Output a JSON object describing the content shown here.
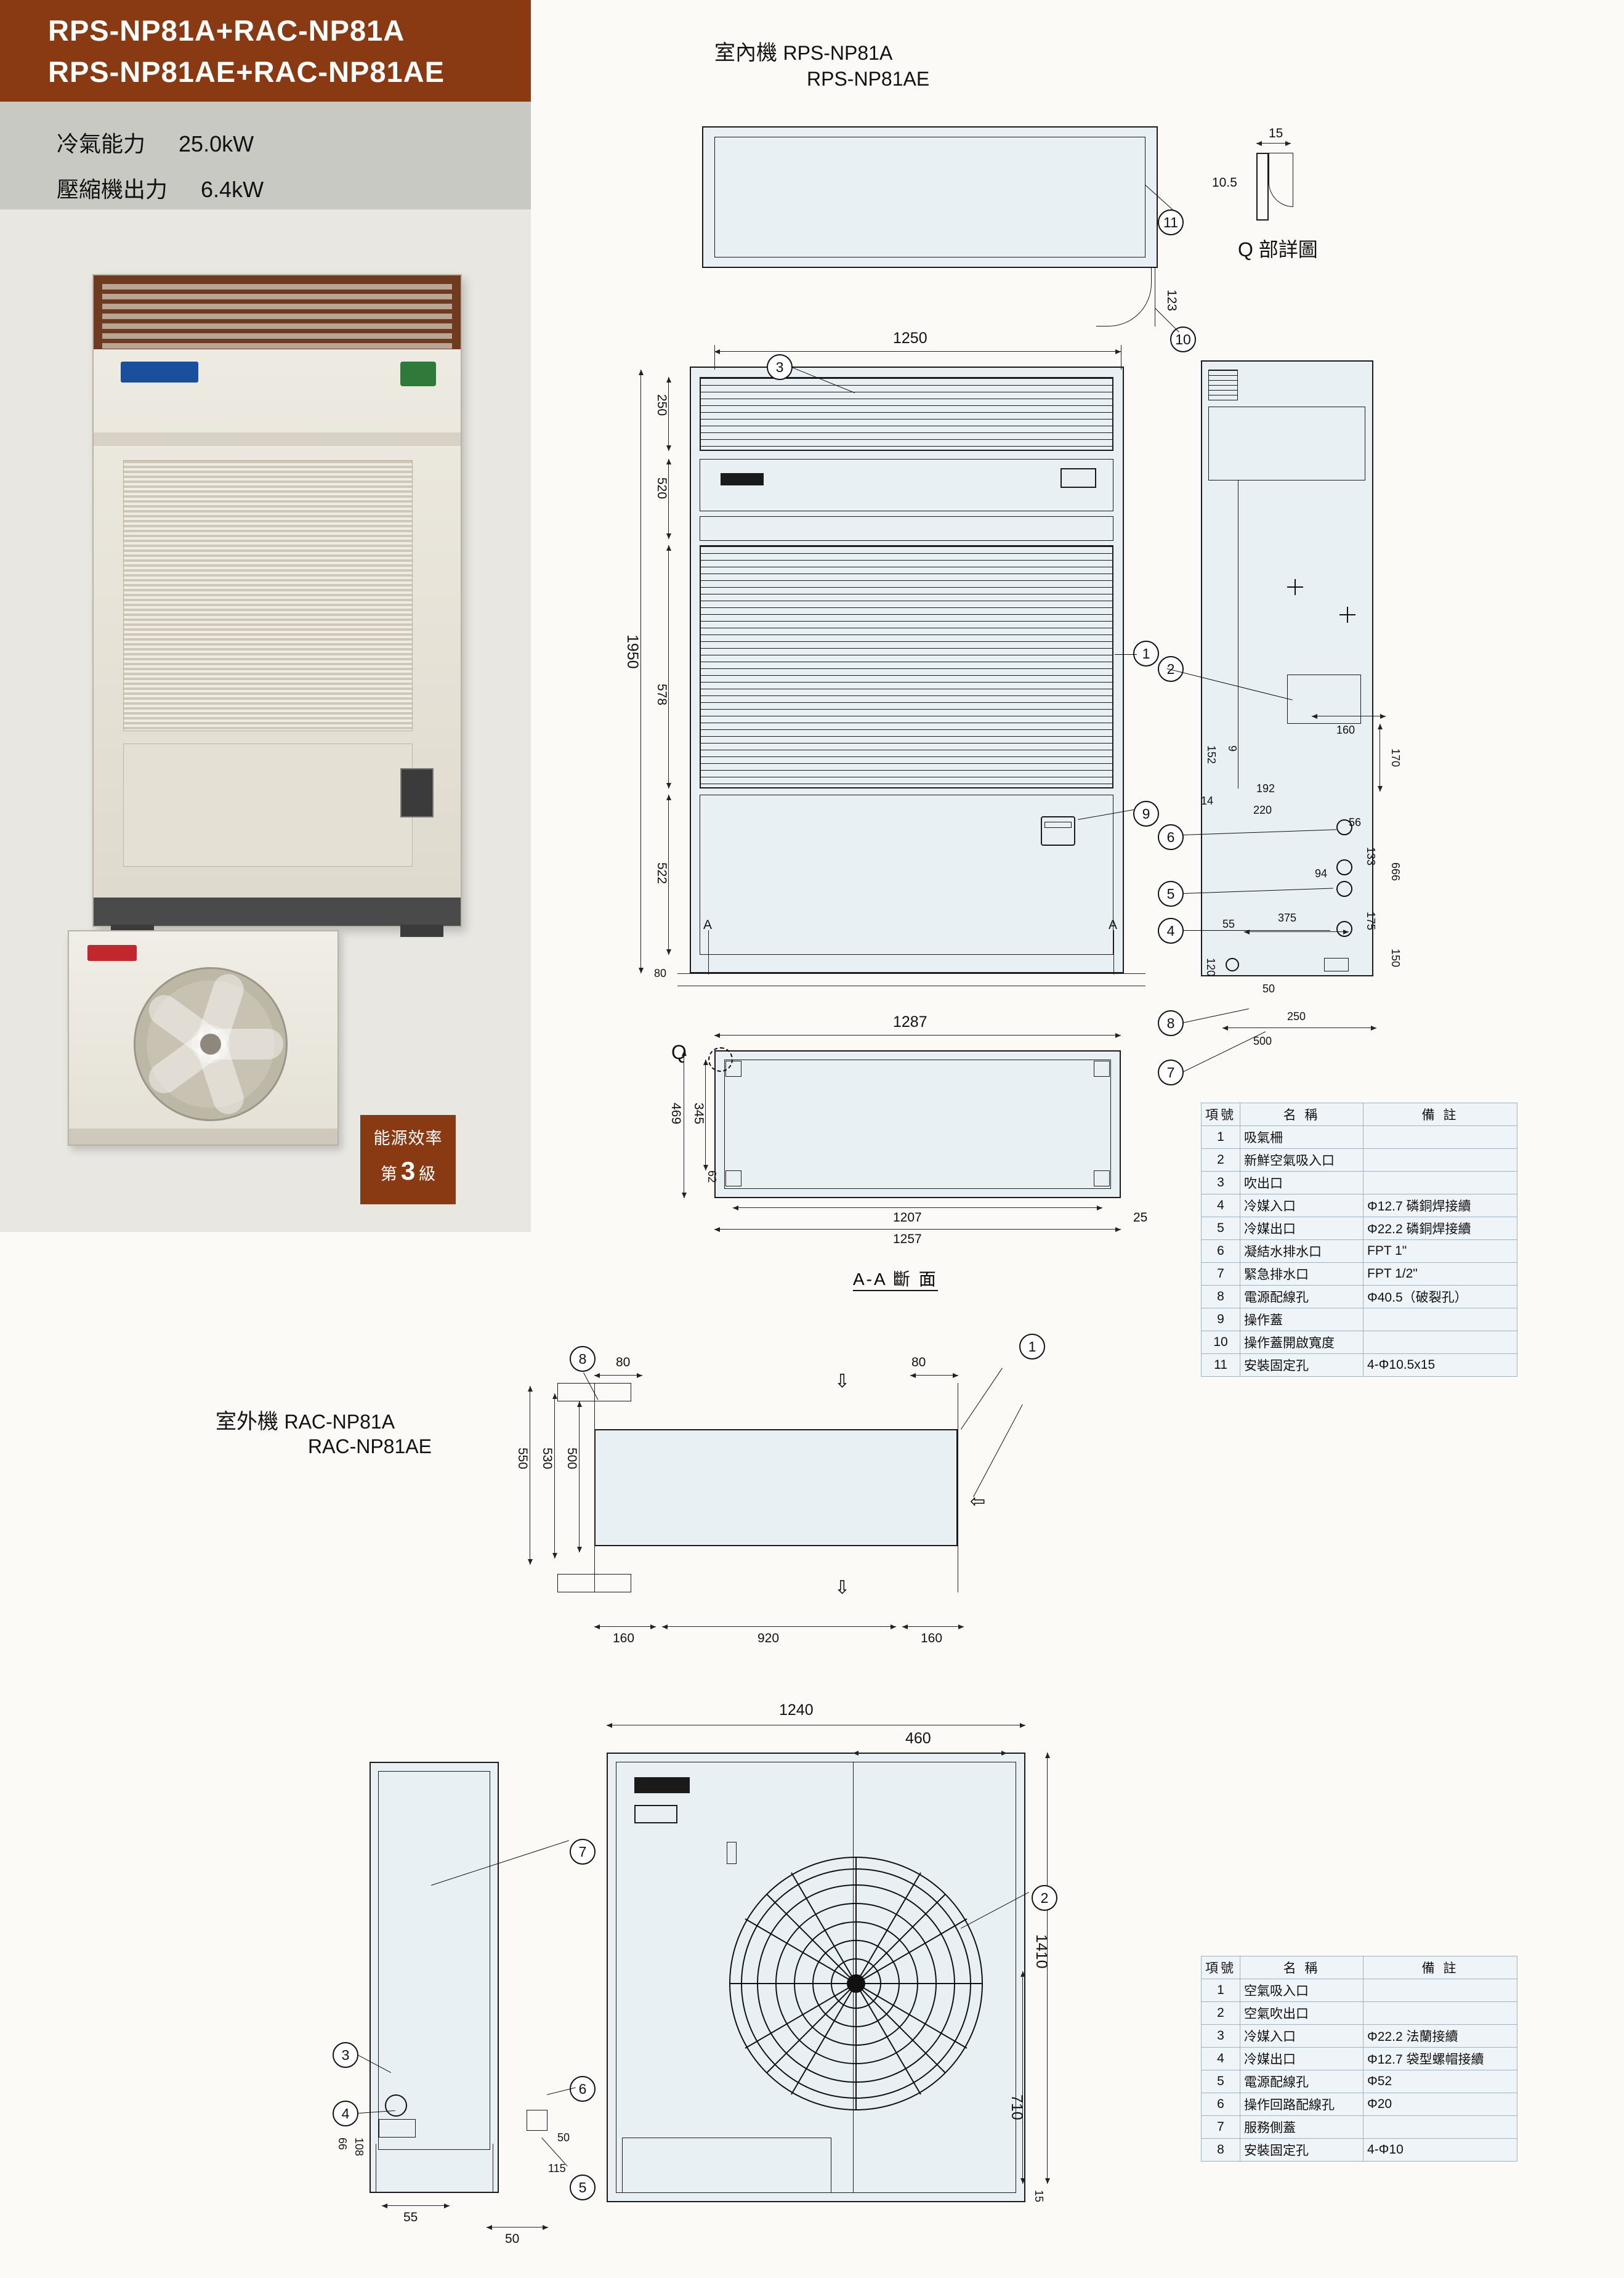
{
  "header": {
    "title_line1": "RPS-NP81A+RAC-NP81A",
    "title_line2": "RPS-NP81AE+RAC-NP81AE",
    "spec1_label": "冷氣能力",
    "spec1_value": "25.0kW",
    "spec2_label": "壓縮機出力",
    "spec2_value": "6.4kW",
    "accent_color": "#8a3a12",
    "spec_bg_color": "#c9c9c4"
  },
  "energy_badge": {
    "line1": "能源效率",
    "line2_pre": "第",
    "line2_grade": "3",
    "line2_post": "級"
  },
  "indoor": {
    "heading_cjk": "室內機",
    "model1": "RPS-NP81A",
    "model2": "RPS-NP81AE",
    "detail_label": "Q 部詳圖",
    "section_label": "A-A 斷 面",
    "dims": {
      "top_width": "1250",
      "h250": "250",
      "h520": "520",
      "h578": "578",
      "h522": "522",
      "h80": "80",
      "total_h": "1950",
      "sec_w_1287": "1287",
      "sec_w_1207": "1207",
      "sec_w_1257": "1257",
      "sec_25": "25",
      "sec_469": "469",
      "sec_345": "345",
      "sec_62": "62",
      "d15": "15",
      "d10_5": "10.5",
      "d123": "123",
      "d160": "160",
      "d170": "170",
      "d152": "152",
      "d9": "9",
      "d14": "14",
      "d192": "192",
      "d220": "220",
      "d56": "56",
      "d94": "94",
      "d133": "133",
      "d666": "666",
      "d55": "55",
      "d375": "375",
      "d175": "175",
      "d150": "150",
      "d120": "120",
      "d50": "50",
      "d250": "250",
      "d500": "500"
    },
    "parts": {
      "headers": [
        "項號",
        "名  稱",
        "備  註"
      ],
      "rows": [
        [
          "1",
          "吸氣柵",
          ""
        ],
        [
          "2",
          "新鮮空氣吸入口",
          ""
        ],
        [
          "3",
          "吹出口",
          ""
        ],
        [
          "4",
          "冷媒入口",
          "Φ12.7 磷銅焊接續"
        ],
        [
          "5",
          "冷媒出口",
          "Φ22.2 磷銅焊接續"
        ],
        [
          "6",
          "凝結水排水口",
          "FPT 1\""
        ],
        [
          "7",
          "緊急排水口",
          "FPT 1/2\""
        ],
        [
          "8",
          "電源配線孔",
          "Φ40.5（破裂孔）"
        ],
        [
          "9",
          "操作蓋",
          ""
        ],
        [
          "10",
          "操作蓋開啟寬度",
          ""
        ],
        [
          "11",
          "安裝固定孔",
          "4-Φ10.5x15"
        ]
      ]
    }
  },
  "outdoor": {
    "heading_cjk": "室外機",
    "model1": "RAC-NP81A",
    "model2": "RAC-NP81AE",
    "dims": {
      "top_80_left": "80",
      "top_80_right": "80",
      "h550": "550",
      "h530": "530",
      "h500": "500",
      "w160_l": "160",
      "w920": "920",
      "w160_r": "160",
      "w1240": "1240",
      "w460": "460",
      "h1410": "1410",
      "h710": "710",
      "h15": "15",
      "h66": "66",
      "h108": "108",
      "h115": "115",
      "h50": "50",
      "w55": "55",
      "w50": "50"
    },
    "parts": {
      "headers": [
        "項號",
        "名  稱",
        "備  註"
      ],
      "rows": [
        [
          "1",
          "空氣吸入口",
          ""
        ],
        [
          "2",
          "空氣吹出口",
          ""
        ],
        [
          "3",
          "冷媒入口",
          "Φ22.2 法蘭接續"
        ],
        [
          "4",
          "冷媒出口",
          "Φ12.7 袋型螺帽接續"
        ],
        [
          "5",
          "電源配線孔",
          "Φ52"
        ],
        [
          "6",
          "操作回路配線孔",
          "Φ20"
        ],
        [
          "7",
          "服務側蓋",
          ""
        ],
        [
          "8",
          "安裝固定孔",
          "4-Φ10"
        ]
      ]
    }
  },
  "callouts": {
    "indoor": [
      "1",
      "2",
      "3",
      "4",
      "5",
      "6",
      "7",
      "8",
      "9",
      "10",
      "11"
    ],
    "outdoor_top": [
      "1",
      "8"
    ],
    "outdoor_front": [
      "2",
      "3",
      "4",
      "5",
      "6",
      "7"
    ]
  }
}
